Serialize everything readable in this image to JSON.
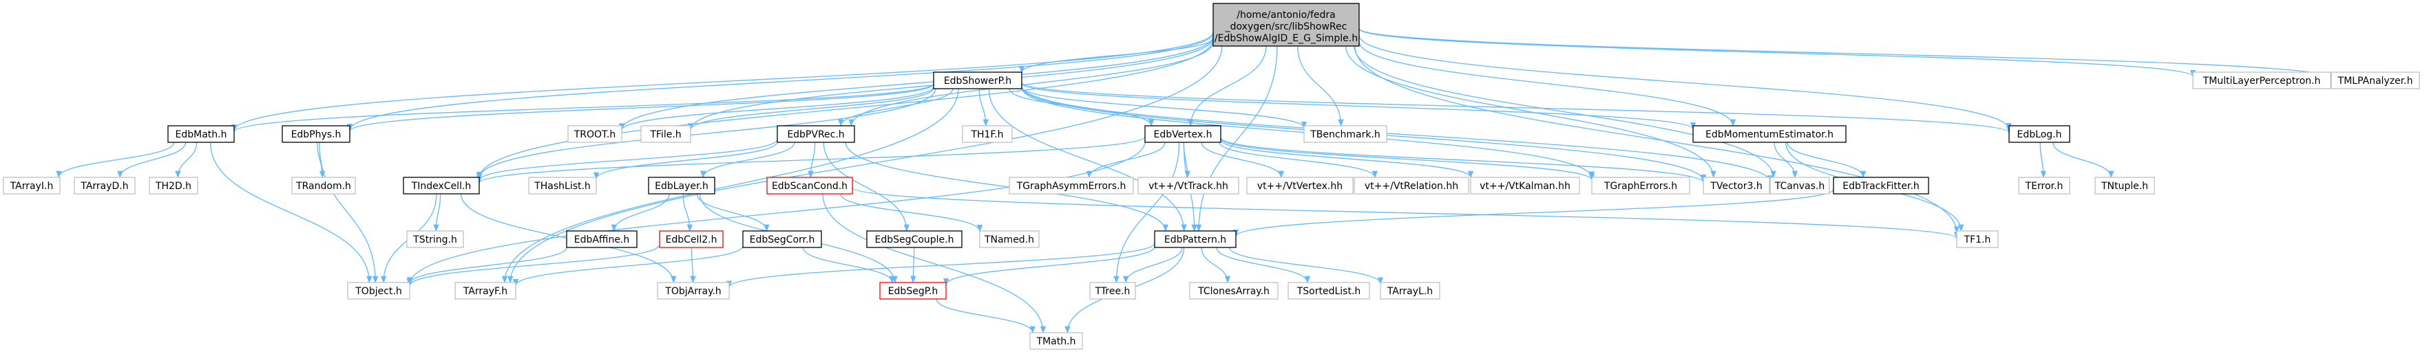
{
  "diagram": {
    "kind": "include-dependency-graph",
    "root_label_lines": [
      "/home/antonio/fedra",
      "_doxygen/src/libShowRec",
      "/EdbShowAlgID_E_G_Simple.h"
    ],
    "colors": {
      "edge": "#63b8ff",
      "root_fill": "#bfbfbf",
      "documented_border": "#000000",
      "undocumented_border": "#bfbfbf",
      "highlight_border": "#ff0000"
    },
    "nodes": [
      {
        "id": "root",
        "label": "",
        "style": "root"
      },
      {
        "id": "EdbShowerP",
        "label": "EdbShowerP.h",
        "style": "doc"
      },
      {
        "id": "TMultiLayerPerceptron",
        "label": "TMultiLayerPerceptron.h",
        "style": "nodoc"
      },
      {
        "id": "TMLPAnalyzer",
        "label": "TMLPAnalyzer.h",
        "style": "nodoc"
      },
      {
        "id": "EdbMath",
        "label": "EdbMath.h",
        "style": "doc"
      },
      {
        "id": "EdbPhys",
        "label": "EdbPhys.h",
        "style": "doc"
      },
      {
        "id": "TROOT",
        "label": "TROOT.h",
        "style": "nodoc"
      },
      {
        "id": "TFile",
        "label": "TFile.h",
        "style": "nodoc"
      },
      {
        "id": "EdbPVRec",
        "label": "EdbPVRec.h",
        "style": "doc"
      },
      {
        "id": "TH1F",
        "label": "TH1F.h",
        "style": "nodoc"
      },
      {
        "id": "EdbVertex",
        "label": "EdbVertex.h",
        "style": "doc"
      },
      {
        "id": "TBenchmark",
        "label": "TBenchmark.h",
        "style": "nodoc"
      },
      {
        "id": "EdbMomentumEstimator",
        "label": "EdbMomentumEstimator.h",
        "style": "doc"
      },
      {
        "id": "EdbLog",
        "label": "EdbLog.h",
        "style": "doc"
      },
      {
        "id": "TArrayI",
        "label": "TArrayI.h",
        "style": "nodoc"
      },
      {
        "id": "TArrayD",
        "label": "TArrayD.h",
        "style": "nodoc"
      },
      {
        "id": "TH2D",
        "label": "TH2D.h",
        "style": "nodoc"
      },
      {
        "id": "TRandom",
        "label": "TRandom.h",
        "style": "nodoc"
      },
      {
        "id": "TIndexCell",
        "label": "TIndexCell.h",
        "style": "doc"
      },
      {
        "id": "THashList",
        "label": "THashList.h",
        "style": "nodoc"
      },
      {
        "id": "EdbLayer",
        "label": "EdbLayer.h",
        "style": "doc"
      },
      {
        "id": "EdbScanCond",
        "label": "EdbScanCond.h",
        "style": "red"
      },
      {
        "id": "TGraphAsymmErrors",
        "label": "TGraphAsymmErrors.h",
        "style": "nodoc"
      },
      {
        "id": "VtTrack",
        "label": "vt++/VtTrack.hh",
        "style": "nodoc"
      },
      {
        "id": "VtVertex",
        "label": "vt++/VtVertex.hh",
        "style": "nodoc"
      },
      {
        "id": "VtRelation",
        "label": "vt++/VtRelation.hh",
        "style": "nodoc"
      },
      {
        "id": "VtKalman",
        "label": "vt++/VtKalman.hh",
        "style": "nodoc"
      },
      {
        "id": "TGraphErrors",
        "label": "TGraphErrors.h",
        "style": "nodoc"
      },
      {
        "id": "TVector3",
        "label": "TVector3.h",
        "style": "nodoc"
      },
      {
        "id": "TCanvas",
        "label": "TCanvas.h",
        "style": "nodoc"
      },
      {
        "id": "EdbTrackFitter",
        "label": "EdbTrackFitter.h",
        "style": "doc"
      },
      {
        "id": "TError",
        "label": "TError.h",
        "style": "nodoc"
      },
      {
        "id": "TNtuple",
        "label": "TNtuple.h",
        "style": "nodoc"
      },
      {
        "id": "TString",
        "label": "TString.h",
        "style": "nodoc"
      },
      {
        "id": "EdbAffine",
        "label": "EdbAffine.h",
        "style": "doc"
      },
      {
        "id": "EdbCell2",
        "label": "EdbCell2.h",
        "style": "red"
      },
      {
        "id": "EdbSegCorr",
        "label": "EdbSegCorr.h",
        "style": "doc"
      },
      {
        "id": "EdbSegCouple",
        "label": "EdbSegCouple.h",
        "style": "doc"
      },
      {
        "id": "TNamed",
        "label": "TNamed.h",
        "style": "nodoc"
      },
      {
        "id": "EdbPattern",
        "label": "EdbPattern.h",
        "style": "doc"
      },
      {
        "id": "TF1",
        "label": "TF1.h",
        "style": "nodoc"
      },
      {
        "id": "TObject",
        "label": "TObject.h",
        "style": "nodoc"
      },
      {
        "id": "TArrayF",
        "label": "TArrayF.h",
        "style": "nodoc"
      },
      {
        "id": "TObjArray",
        "label": "TObjArray.h",
        "style": "nodoc"
      },
      {
        "id": "EdbSegP",
        "label": "EdbSegP.h",
        "style": "red"
      },
      {
        "id": "TTree",
        "label": "TTree.h",
        "style": "nodoc"
      },
      {
        "id": "TClonesArray",
        "label": "TClonesArray.h",
        "style": "nodoc"
      },
      {
        "id": "TSortedList",
        "label": "TSortedList.h",
        "style": "nodoc"
      },
      {
        "id": "TArrayL",
        "label": "TArrayL.h",
        "style": "nodoc"
      },
      {
        "id": "TMath",
        "label": "TMath.h",
        "style": "nodoc"
      }
    ],
    "edges": [
      [
        "root",
        "EdbShowerP"
      ],
      [
        "root",
        "TMultiLayerPerceptron"
      ],
      [
        "root",
        "TMLPAnalyzer"
      ],
      [
        "root",
        "EdbMath"
      ],
      [
        "root",
        "EdbPhys"
      ],
      [
        "root",
        "TROOT"
      ],
      [
        "root",
        "TFile"
      ],
      [
        "root",
        "EdbPVRec"
      ],
      [
        "root",
        "EdbVertex"
      ],
      [
        "root",
        "TBenchmark"
      ],
      [
        "root",
        "EdbMomentumEstimator"
      ],
      [
        "root",
        "EdbLog"
      ],
      [
        "root",
        "TIndexCell"
      ],
      [
        "root",
        "TArrayF"
      ],
      [
        "root",
        "TVector3"
      ],
      [
        "root",
        "TCanvas"
      ],
      [
        "root",
        "EdbPattern"
      ],
      [
        "root",
        "TF1"
      ],
      [
        "EdbShowerP",
        "EdbMath"
      ],
      [
        "EdbShowerP",
        "EdbPhys"
      ],
      [
        "EdbShowerP",
        "TROOT"
      ],
      [
        "EdbShowerP",
        "TFile"
      ],
      [
        "EdbShowerP",
        "EdbPVRec"
      ],
      [
        "EdbShowerP",
        "TH1F"
      ],
      [
        "EdbShowerP",
        "EdbVertex"
      ],
      [
        "EdbShowerP",
        "TBenchmark"
      ],
      [
        "EdbShowerP",
        "EdbMomentumEstimator"
      ],
      [
        "EdbShowerP",
        "EdbLog"
      ],
      [
        "EdbShowerP",
        "TIndexCell"
      ],
      [
        "EdbShowerP",
        "TArrayF"
      ],
      [
        "EdbShowerP",
        "TVector3"
      ],
      [
        "EdbShowerP",
        "TCanvas"
      ],
      [
        "EdbShowerP",
        "EdbPattern"
      ],
      [
        "EdbShowerP",
        "TGraphErrors"
      ],
      [
        "EdbMath",
        "TArrayI"
      ],
      [
        "EdbMath",
        "TArrayD"
      ],
      [
        "EdbMath",
        "TH2D"
      ],
      [
        "EdbMath",
        "TObject"
      ],
      [
        "EdbPhys",
        "TRandom"
      ],
      [
        "EdbPhys",
        "TObject"
      ],
      [
        "EdbPVRec",
        "TIndexCell"
      ],
      [
        "EdbPVRec",
        "THashList"
      ],
      [
        "EdbPVRec",
        "EdbLayer"
      ],
      [
        "EdbPVRec",
        "EdbScanCond"
      ],
      [
        "EdbPVRec",
        "EdbSegCouple"
      ],
      [
        "EdbPVRec",
        "EdbPattern"
      ],
      [
        "EdbVertex",
        "TIndexCell"
      ],
      [
        "EdbVertex",
        "TGraphAsymmErrors"
      ],
      [
        "EdbVertex",
        "VtTrack"
      ],
      [
        "EdbVertex",
        "VtVertex"
      ],
      [
        "EdbVertex",
        "VtRelation"
      ],
      [
        "EdbVertex",
        "VtKalman"
      ],
      [
        "EdbVertex",
        "TGraphErrors"
      ],
      [
        "EdbVertex",
        "TVector3"
      ],
      [
        "EdbVertex",
        "EdbPattern"
      ],
      [
        "EdbVertex",
        "TTree"
      ],
      [
        "EdbVertex",
        "TObject"
      ],
      [
        "EdbMomentumEstimator",
        "TCanvas"
      ],
      [
        "EdbMomentumEstimator",
        "EdbTrackFitter"
      ],
      [
        "EdbMomentumEstimator",
        "TF1"
      ],
      [
        "EdbLog",
        "TError"
      ],
      [
        "EdbLog",
        "TNtuple"
      ],
      [
        "EdbTrackFitter",
        "EdbPattern"
      ],
      [
        "TIndexCell",
        "TString"
      ],
      [
        "TIndexCell",
        "TObject"
      ],
      [
        "TIndexCell",
        "TObjArray"
      ],
      [
        "EdbLayer",
        "EdbAffine"
      ],
      [
        "EdbLayer",
        "EdbCell2"
      ],
      [
        "EdbLayer",
        "EdbSegCorr"
      ],
      [
        "EdbLayer",
        "EdbSegP"
      ],
      [
        "EdbScanCond",
        "TNamed"
      ],
      [
        "EdbScanCond",
        "TMath"
      ],
      [
        "EdbScanCond",
        "TF1"
      ],
      [
        "EdbAffine",
        "TObject"
      ],
      [
        "EdbCell2",
        "TObject"
      ],
      [
        "EdbCell2",
        "TObjArray"
      ],
      [
        "EdbSegCorr",
        "TArrayF"
      ],
      [
        "EdbSegCorr",
        "EdbSegP"
      ],
      [
        "EdbSegCouple",
        "EdbSegP"
      ],
      [
        "EdbPattern",
        "TObjArray"
      ],
      [
        "EdbPattern",
        "EdbSegP"
      ],
      [
        "EdbPattern",
        "TTree"
      ],
      [
        "EdbPattern",
        "TClonesArray"
      ],
      [
        "EdbPattern",
        "TSortedList"
      ],
      [
        "EdbPattern",
        "TArrayL"
      ],
      [
        "EdbPattern",
        "TMath"
      ],
      [
        "EdbSegP",
        "TMath"
      ]
    ]
  }
}
